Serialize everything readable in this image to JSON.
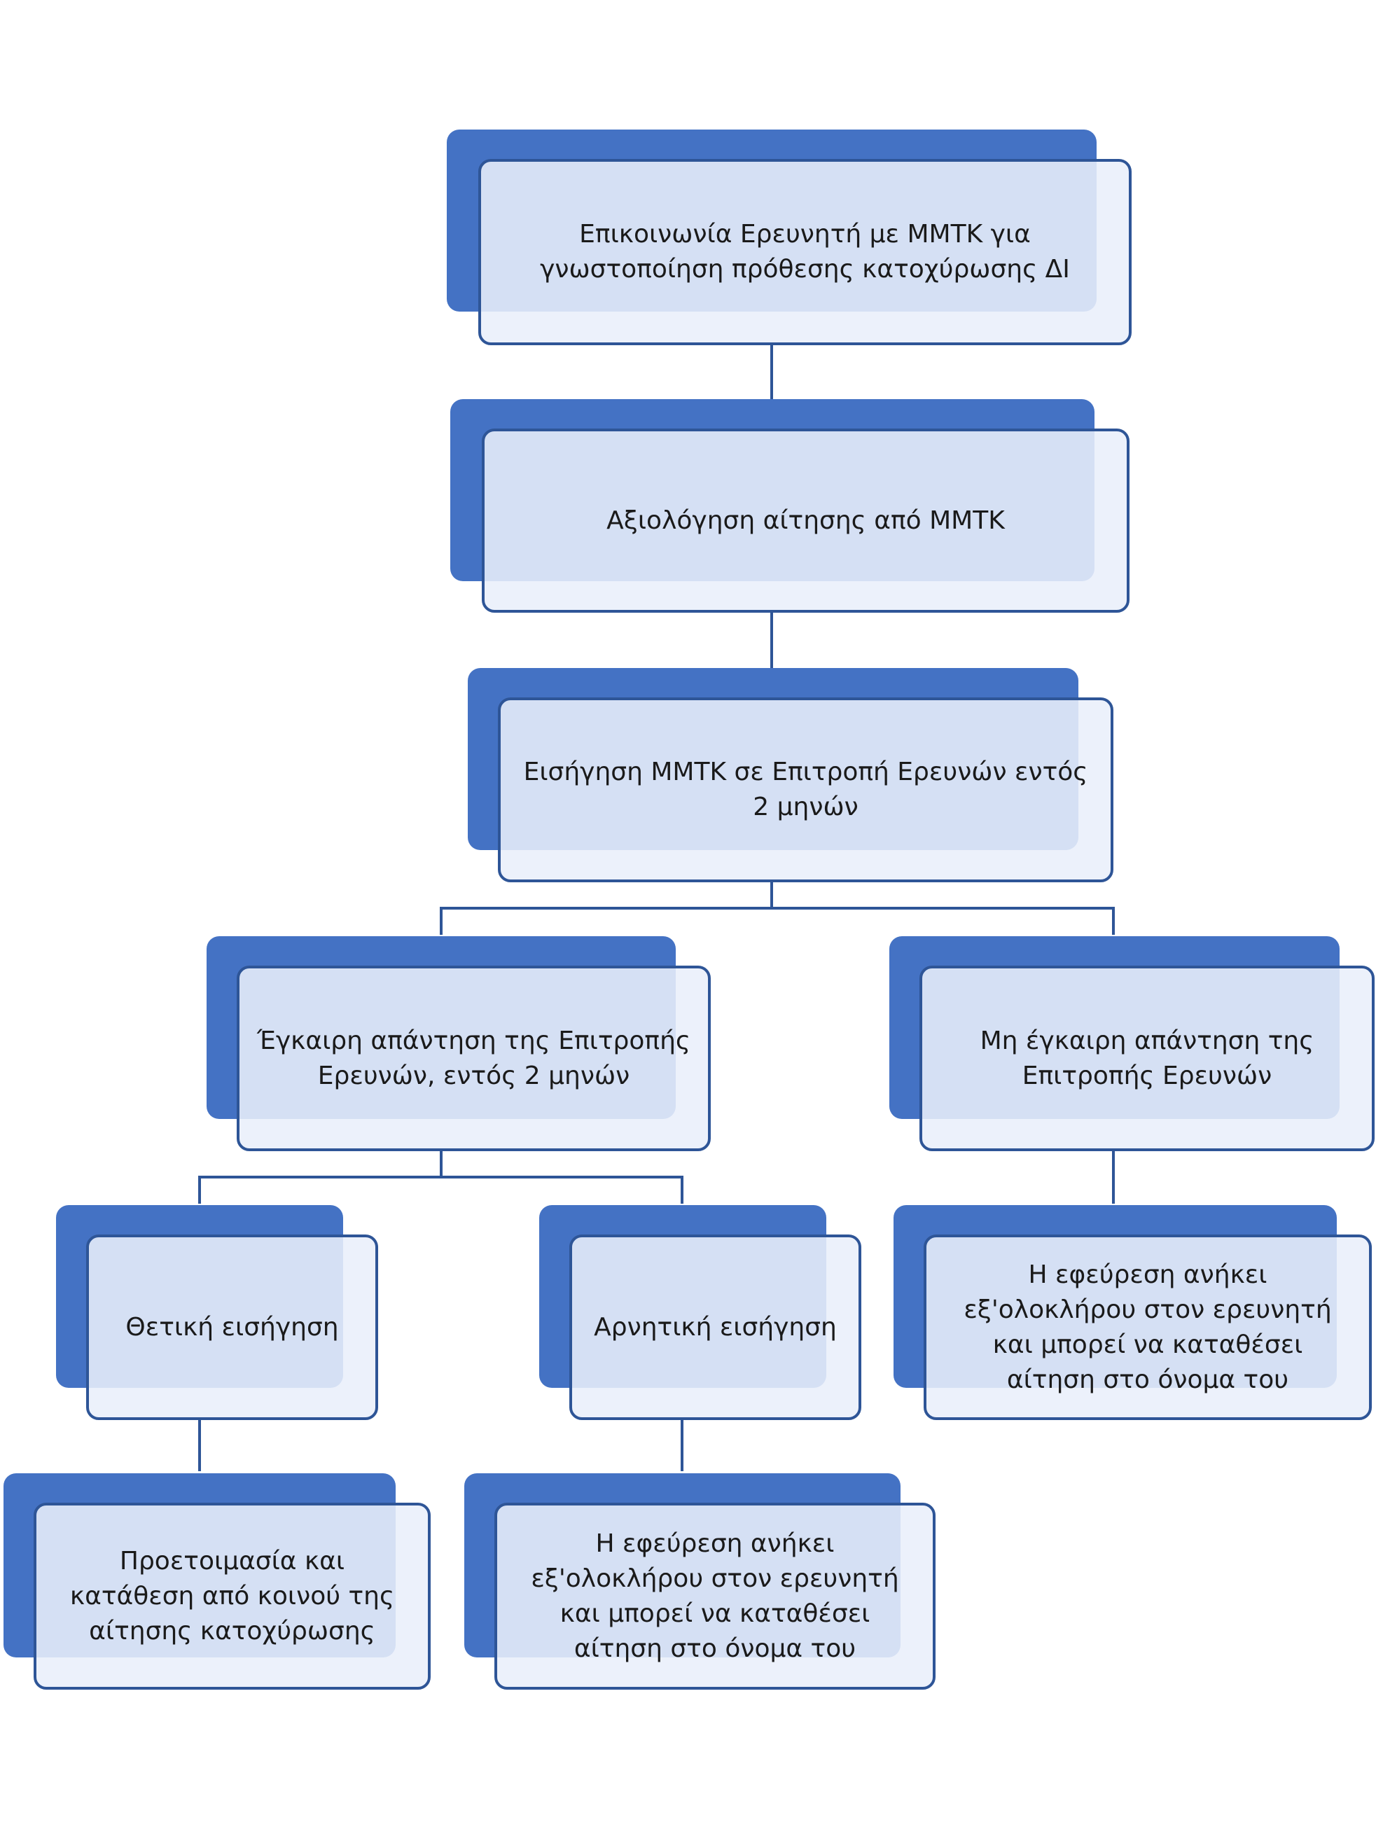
{
  "colors": {
    "back_fill": "#4472c4",
    "front_fill": "#e9effa",
    "border": "#2e5597",
    "text": "#1a1a1a"
  },
  "nodes": [
    {
      "id": "contact-researcher",
      "label": "Επικοινωνία Ερευνητή με ΜΜΤΚ για\nγνωστοποίηση πρόθεσης κατοχύρωσης ΔΙ"
    },
    {
      "id": "evaluation",
      "label": "Αξιολόγηση αίτησης από ΜΜΤΚ"
    },
    {
      "id": "recommendation",
      "label": "Εισήγηση ΜΜΤΚ σε Επιτροπή Ερευνών εντός\n2 μηνών"
    },
    {
      "id": "timely-response",
      "label": "Έγκαιρη απάντηση της Επιτροπής\nΕρευνών, εντός 2 μηνών"
    },
    {
      "id": "untimely-response",
      "label": "Μη έγκαιρη απάντηση της\nΕπιτροπής Ερευνών"
    },
    {
      "id": "positive",
      "label": "Θετική εισήγηση"
    },
    {
      "id": "negative",
      "label": "Αρνητική εισήγηση"
    },
    {
      "id": "invention-researcher-right",
      "label": "Η εφεύρεση ανήκει\nεξ'ολοκλήρου στον ερευνητή\nκαι μπορεί να καταθέσει\nαίτηση στο όνομα του"
    },
    {
      "id": "joint-filing",
      "label": "Προετοιμασία και\nκατάθεση από κοινού της\nαίτησης κατοχύρωσης"
    },
    {
      "id": "invention-researcher-negative",
      "label": "Η εφεύρεση ανήκει\nεξ'ολοκλήρου στον ερευνητή\nκαι μπορεί να καταθέσει\nαίτηση στο όνομα του"
    }
  ]
}
